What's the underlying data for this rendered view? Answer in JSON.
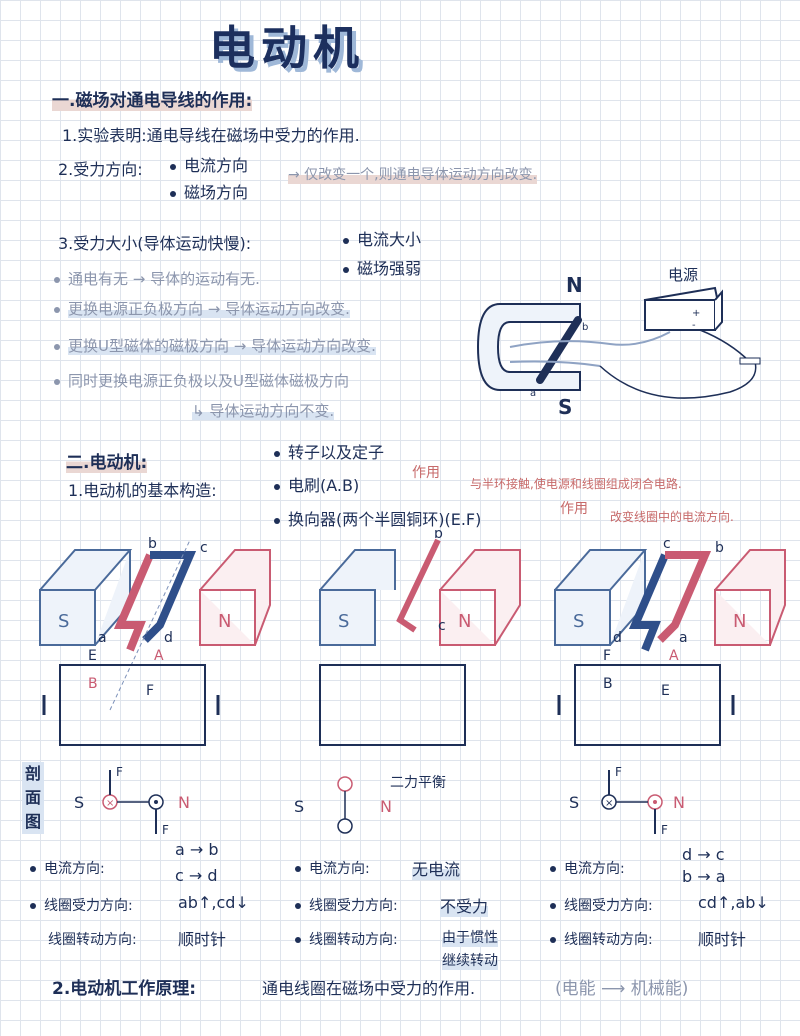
{
  "title": "电动机",
  "s1": {
    "heading": "一.磁场对通电导线的作用:",
    "l1": "1.实验表明:通电导线在磁场中受力的作用.",
    "l2_label": "2.受力方向:",
    "l2_a": "电流方向",
    "l2_b": "磁场方向",
    "l2_note": "→ 仅改变一个,则通电导体运动方向改变.",
    "l3_label": "3.受力大小(导体运动快慢):",
    "l3_a": "电流大小",
    "l3_b": "磁场强弱",
    "g1": "通电有无 → 导体的运动有无.",
    "g2": "更换电源正负极方向 → 导体运动方向改变.",
    "g3": "更换U型磁体的磁极方向 → 导体运动方向改变.",
    "g4": "同时更换电源正负极以及U型磁体磁极方向",
    "g5": "↳ 导体运动方向不变."
  },
  "figure1": {
    "power": "电源",
    "N": "N",
    "S": "S",
    "a": "a",
    "b": "b"
  },
  "s2": {
    "heading": "二.电动机:",
    "l1": "1.电动机的基本构造:",
    "p1": "转子以及定子",
    "p2": "电刷(A.B)",
    "p2_tag": "作用",
    "p2_note": "与半环接触,使电源和线圈组成闭合电路.",
    "p3": "换向器(两个半圆铜环)(E.F)",
    "p3_tag": "作用",
    "p3_note": "改变线圈中的电流方向."
  },
  "motors": [
    {
      "S": "S",
      "N": "N",
      "labels": [
        "b",
        "c",
        "a",
        "d",
        "E",
        "A",
        "B",
        "F"
      ]
    },
    {
      "S": "S",
      "N": "N",
      "labels": [
        "b",
        "c"
      ]
    },
    {
      "S": "S",
      "N": "N",
      "labels": [
        "c",
        "b",
        "d",
        "a",
        "F",
        "A",
        "B",
        "E"
      ]
    }
  ],
  "sections": {
    "label": "剖面图",
    "F": "F",
    "S": "S",
    "N": "N",
    "balance": "二力平衡"
  },
  "cols": [
    {
      "current_label": "电流方向:",
      "cur1": "a → b",
      "cur2": "c → d",
      "force_label": "线圈受力方向:",
      "force": "ab↑,cd↓",
      "rot_label": "线圈转动方向:",
      "rot": "顺时针"
    },
    {
      "current_label": "电流方向:",
      "cur1": "无电流",
      "cur2": "",
      "force_label": "线圈受力方向:",
      "force": "不受力",
      "rot_label": "线圈转动方向:",
      "rot": "由于惯性",
      "rot2": "继续转动"
    },
    {
      "current_label": "电流方向:",
      "cur1": "d → c",
      "cur2": "b → a",
      "force_label": "线圈受力方向:",
      "force": "cd↑,ab↓",
      "rot_label": "线圈转动方向:",
      "rot": "顺时针"
    }
  ],
  "principle": {
    "label": "2.电动机工作原理:",
    "text": "通电线圈在磁场中受力的作用.",
    "energy": "(电能 ⟶ 机械能)"
  }
}
